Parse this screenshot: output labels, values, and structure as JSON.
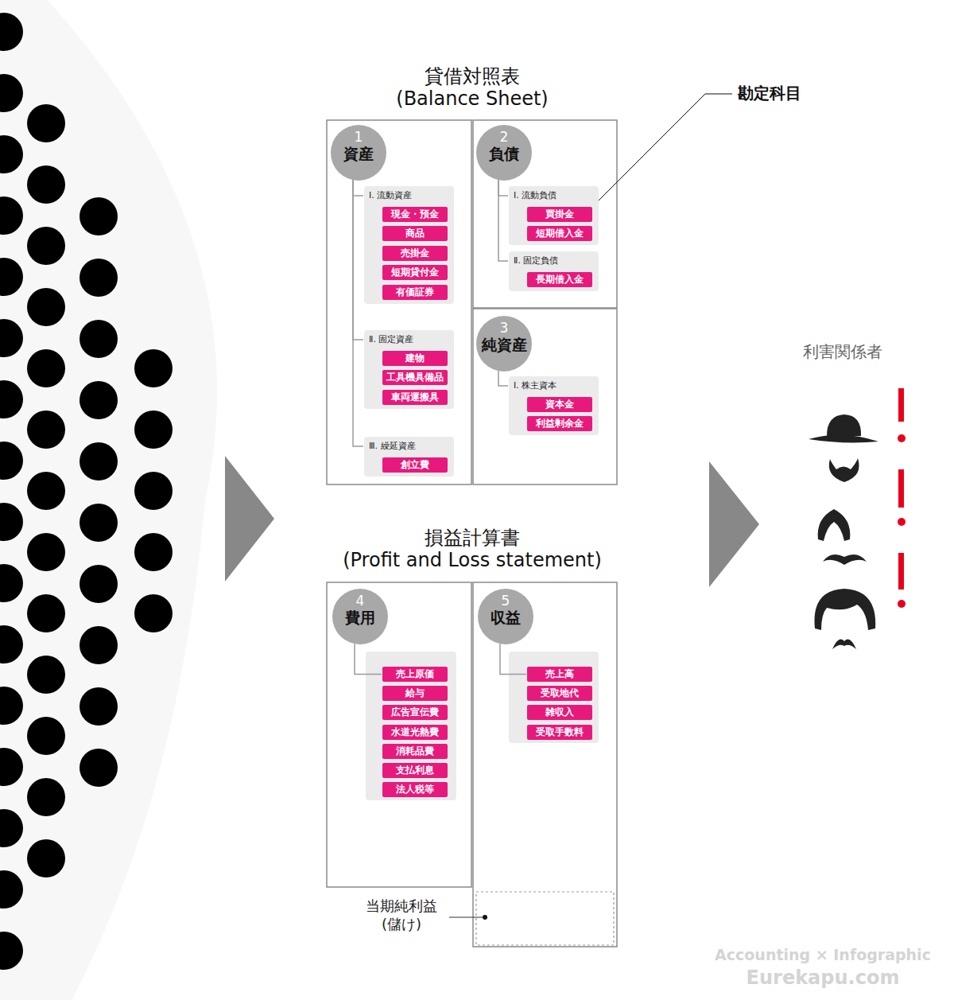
{
  "diagram": {
    "nodes": [
      {
        "text": [
          "1",
          "資産"
        ]
      },
      {
        "text": [
          "Ⅰ. 流動資産"
        ]
      },
      {
        "text": [
          "現金・預金"
        ],
        "in": 1
      },
      {
        "text": [
          "商品"
        ],
        "in": 1
      },
      {
        "text": [
          "売掛金"
        ],
        "in": 1
      },
      {
        "text": [
          "短期貸付金"
        ],
        "in": 1
      },
      {
        "text": [
          "有価証券"
        ],
        "in": 1
      },
      {
        "text": [
          "Ⅱ. 固定資産"
        ]
      },
      {
        "text": [
          "建物"
        ],
        "in": 7
      },
      {
        "text": [
          "工具機具備品"
        ],
        "in": 7
      },
      {
        "text": [
          "車両運搬具"
        ],
        "in": 7
      },
      {
        "text": [
          "Ⅲ. 繰延資産"
        ]
      },
      {
        "text": [
          "創立費"
        ],
        "in": 11
      },
      {
        "text": [
          "2",
          "負債"
        ]
      },
      {
        "text": [
          "Ⅰ. 流動負債"
        ]
      },
      {
        "text": [
          "買掛金"
        ],
        "in": 14
      },
      {
        "text": [
          "短期借入金"
        ],
        "in": 14
      },
      {
        "text": [
          "Ⅱ. 固定負債"
        ]
      },
      {
        "text": [
          "長期借入金"
        ],
        "in": 17
      },
      {
        "text": [
          "3",
          "純資産"
        ]
      },
      {
        "text": [
          "Ⅰ. 株主資本"
        ]
      },
      {
        "text": [
          "資本金"
        ],
        "in": 20
      },
      {
        "text": [
          "利益剰余金"
        ],
        "in": 20
      },
      {
        "text": [
          "4",
          "費用"
        ]
      },
      {
        "text": [
          "売上原価"
        ]
      },
      {
        "text": [
          "給与"
        ]
      },
      {
        "text": [
          "広告宣伝費"
        ]
      },
      {
        "text": [
          "水道光熱費"
        ]
      },
      {
        "text": [
          "消耗品費"
        ]
      },
      {
        "text": [
          "支払利息"
        ]
      },
      {
        "text": [
          "法人税等"
        ]
      },
      {
        "text": [
          "5",
          "収益"
        ]
      },
      {
        "text": [
          "売上高"
        ]
      },
      {
        "text": [
          "受取地代"
        ]
      },
      {
        "text": [
          "雑収入"
        ]
      },
      {
        "text": [
          "受取手数料"
        ]
      }
    ],
    "edges": [
      {
        "from": 0,
        "to": 1,
        "arrow": "none"
      },
      {
        "from": 0,
        "to": 7,
        "arrow": "none"
      },
      {
        "from": 0,
        "to": 11,
        "arrow": "none"
      },
      {
        "from": 13,
        "to": 14,
        "arrow": "none"
      },
      {
        "from": 13,
        "to": 17,
        "arrow": "none"
      },
      {
        "from": 19,
        "to": 20,
        "arrow": "none"
      },
      {
        "from": 23,
        "to": 24,
        "arrow": "none"
      },
      {
        "from": 31,
        "to": 32,
        "arrow": "none"
      }
    ],
    "labels": [
      "貸借対照表",
      "(Balance Sheet)",
      "損益計算書",
      "(Profit and Loss statement)",
      "勘定科目",
      "当期純利益 (儲け)",
      "利害関係者",
      "Accounting × Infographic",
      "Eurekapu.com"
    ]
  }
}
